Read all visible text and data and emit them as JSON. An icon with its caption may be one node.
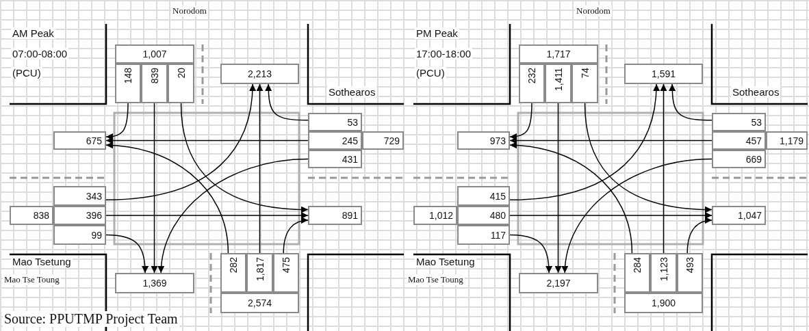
{
  "diagram": {
    "caption": "Source: PPUTMP Project Team",
    "nodes": [
      {
        "text": [
          "1,007"
        ]
      },
      {
        "text": [
          "148"
        ]
      },
      {
        "text": [
          "839"
        ]
      },
      {
        "text": [
          "20"
        ]
      },
      {
        "text": [
          "2,213"
        ]
      },
      {
        "text": [
          "53"
        ]
      },
      {
        "text": [
          "675"
        ]
      },
      {
        "text": [
          "245"
        ]
      },
      {
        "text": [
          "729"
        ]
      },
      {
        "text": [
          "431"
        ]
      },
      {
        "text": [
          "343"
        ]
      },
      {
        "text": [
          "838"
        ]
      },
      {
        "text": [
          "396"
        ]
      },
      {
        "text": [
          "891"
        ]
      },
      {
        "text": [
          "99"
        ]
      },
      {
        "text": [
          "282"
        ]
      },
      {
        "text": [
          "1,817"
        ]
      },
      {
        "text": [
          "475"
        ]
      },
      {
        "text": [
          "1,369"
        ]
      },
      {
        "text": [
          "2,574"
        ]
      },
      {
        "text": [
          "1,717"
        ]
      },
      {
        "text": [
          "232"
        ]
      },
      {
        "text": [
          "1,411"
        ]
      },
      {
        "text": [
          "74"
        ]
      },
      {
        "text": [
          "1,591"
        ]
      },
      {
        "text": [
          "53"
        ]
      },
      {
        "text": [
          "973"
        ]
      },
      {
        "text": [
          "457"
        ]
      },
      {
        "text": [
          "1,179"
        ]
      },
      {
        "text": [
          "669"
        ]
      },
      {
        "text": [
          "415"
        ]
      },
      {
        "text": [
          "1,012"
        ]
      },
      {
        "text": [
          "480"
        ]
      },
      {
        "text": [
          "1,047"
        ]
      },
      {
        "text": [
          "117"
        ]
      },
      {
        "text": [
          "284"
        ]
      },
      {
        "text": [
          "1,123"
        ]
      },
      {
        "text": [
          "493"
        ]
      },
      {
        "text": [
          "2,197"
        ]
      },
      {
        "text": [
          "1,900"
        ]
      }
    ],
    "edges": [
      {
        "from": 1,
        "to": 6,
        "arrow": "to"
      },
      {
        "from": 2,
        "to": 18,
        "arrow": "to"
      },
      {
        "from": 3,
        "to": 13,
        "arrow": "to"
      },
      {
        "from": 5,
        "to": 4,
        "arrow": "to"
      },
      {
        "from": 7,
        "to": 6,
        "arrow": "to"
      },
      {
        "from": 9,
        "to": 18,
        "arrow": "to"
      },
      {
        "from": 10,
        "to": 4,
        "arrow": "to"
      },
      {
        "from": 12,
        "to": 13,
        "arrow": "to"
      },
      {
        "from": 14,
        "to": 18,
        "arrow": "to"
      },
      {
        "from": 15,
        "to": 6,
        "arrow": "to"
      },
      {
        "from": 16,
        "to": 4,
        "arrow": "to"
      },
      {
        "from": 17,
        "to": 13,
        "arrow": "to"
      },
      {
        "from": 21,
        "to": 26,
        "arrow": "to"
      },
      {
        "from": 22,
        "to": 38,
        "arrow": "to"
      },
      {
        "from": 23,
        "to": 33,
        "arrow": "to"
      },
      {
        "from": 25,
        "to": 24,
        "arrow": "to"
      },
      {
        "from": 27,
        "to": 26,
        "arrow": "to"
      },
      {
        "from": 29,
        "to": 38,
        "arrow": "to"
      },
      {
        "from": 30,
        "to": 24,
        "arrow": "to"
      },
      {
        "from": 32,
        "to": 33,
        "arrow": "to"
      },
      {
        "from": 34,
        "to": 38,
        "arrow": "to"
      },
      {
        "from": 35,
        "to": 26,
        "arrow": "to"
      },
      {
        "from": 36,
        "to": 24,
        "arrow": "to"
      },
      {
        "from": 37,
        "to": 33,
        "arrow": "to"
      }
    ],
    "labels": [
      "Norodom",
      "AM Peak",
      "07:00-08:00",
      "(PCU)",
      "Sothearos",
      "Mao Tsetung",
      "Mao Tse Toung",
      "Norodom",
      "PM Peak",
      "17:00-18:00",
      "(PCU)",
      "Sothearos",
      "Mao Tsetung",
      "Mao Tse Toung"
    ]
  }
}
